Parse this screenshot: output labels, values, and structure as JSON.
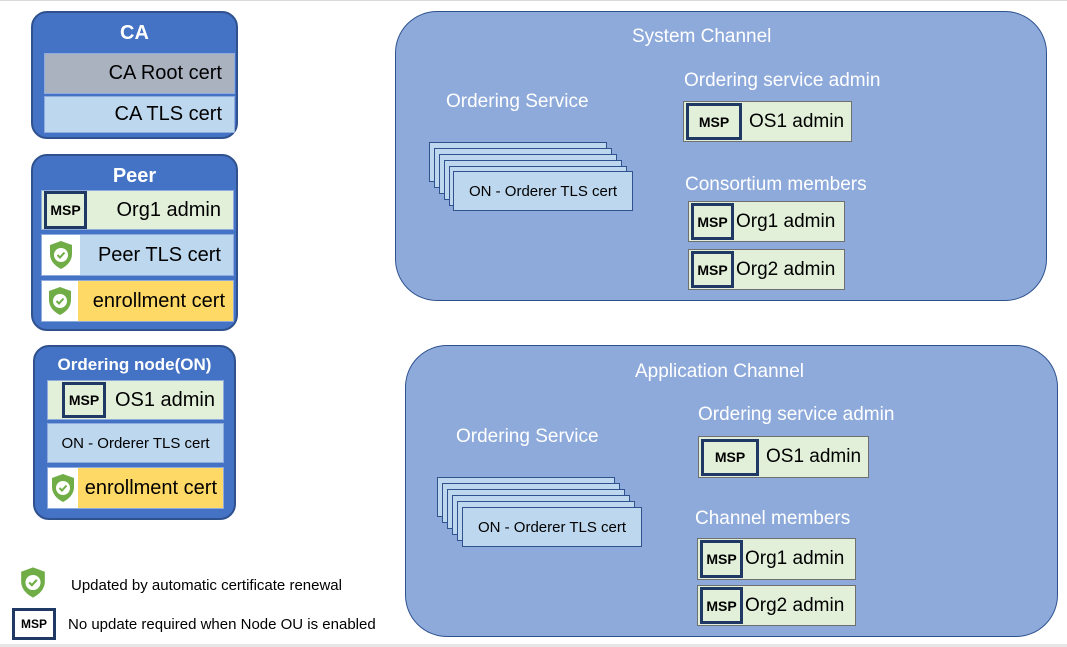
{
  "ca": {
    "title": "CA",
    "root_cert": "CA Root cert",
    "tls_cert": "CA TLS cert"
  },
  "peer": {
    "title": "Peer",
    "admin": "Org1 admin",
    "tls_cert": "Peer TLS cert",
    "enrollment": "enrollment cert"
  },
  "ordering_node": {
    "title": "Ordering node(ON)",
    "admin": "OS1 admin",
    "tls_cert": "ON - Orderer TLS cert",
    "enrollment": "enrollment cert"
  },
  "msp_label": "MSP",
  "system_channel": {
    "title": "System Channel",
    "ordering_service": "Ordering Service",
    "orderer_tls": "ON - Orderer TLS cert",
    "admin_heading": "Ordering service admin",
    "admin": "OS1 admin",
    "members_heading": "Consortium members",
    "members": [
      "Org1 admin",
      "Org2 admin"
    ]
  },
  "application_channel": {
    "title": "Application Channel",
    "ordering_service": "Ordering Service",
    "orderer_tls": "ON - Orderer TLS cert",
    "admin_heading": "Ordering service admin",
    "admin": "OS1 admin",
    "members_heading": "Channel members",
    "members": [
      "Org1 admin",
      "Org2 admin"
    ]
  },
  "legend": {
    "shield_text": "Updated by automatic certificate renewal",
    "msp_text": "No update required when Node OU is enabled"
  },
  "colors": {
    "box_blue": "#4472c4",
    "channel_blue": "#8eaadb",
    "cert_blue": "#bdd7ee",
    "admin_green": "#e2f0d9",
    "enrollment_orange": "#ffd966",
    "root_grey": "#aab2c0",
    "shield_green": "#70ad47"
  }
}
